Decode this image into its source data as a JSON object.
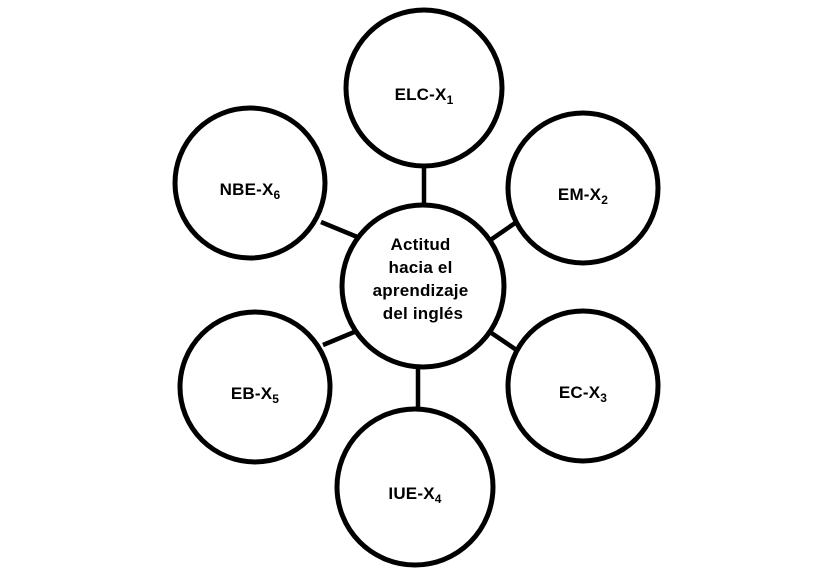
{
  "diagram": {
    "type": "radial-mind-map",
    "background_color": "#ffffff",
    "stroke_color": "#000000",
    "text_color": "#000000",
    "center": {
      "name": "center-node",
      "lines": [
        "Actitud",
        "hacia el",
        "aprendizaje",
        "del inglés"
      ],
      "full_text": "Actitud hacia el aprendizaje del inglés"
    },
    "nodes": [
      {
        "id": "node-elc",
        "position": "top",
        "label": "ELC-X",
        "subscript": "1",
        "full_text": "ELC-X₁"
      },
      {
        "id": "node-em",
        "position": "top-right",
        "label": "EM-X",
        "subscript": "2",
        "full_text": "EM-X₂"
      },
      {
        "id": "node-ec",
        "position": "bottom-right",
        "label": "EC-X",
        "subscript": "3",
        "full_text": "EC-X₃"
      },
      {
        "id": "node-iue",
        "position": "bottom",
        "label": "IUE-X",
        "subscript": "4",
        "full_text": "IUE-X₄"
      },
      {
        "id": "node-eb",
        "position": "bottom-left",
        "label": "EB-X",
        "subscript": "5",
        "full_text": "EB-X₅"
      },
      {
        "id": "node-nbe",
        "position": "top-left",
        "label": "NBE-X",
        "subscript": "6",
        "full_text": "NBE-X₆"
      }
    ],
    "connectors": [
      {
        "from": "center-node",
        "to": "node-elc"
      },
      {
        "from": "center-node",
        "to": "node-em"
      },
      {
        "from": "center-node",
        "to": "node-ec"
      },
      {
        "from": "center-node",
        "to": "node-iue"
      },
      {
        "from": "center-node",
        "to": "node-eb"
      },
      {
        "from": "center-node",
        "to": "node-nbe"
      }
    ]
  }
}
